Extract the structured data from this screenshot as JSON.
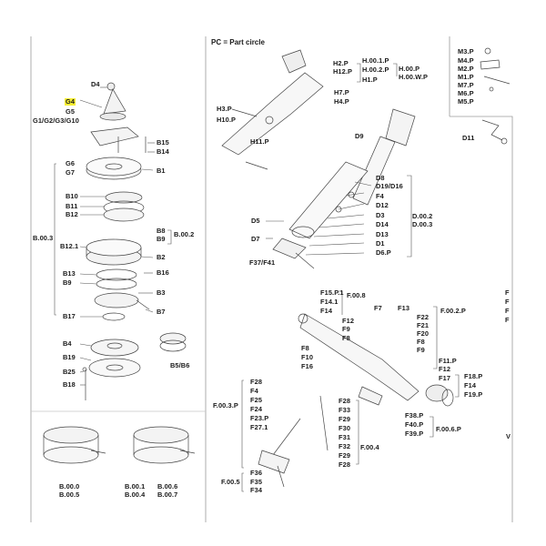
{
  "header": {
    "note": "PC = Part circle"
  },
  "left_panel": {
    "labels": {
      "D4": "D4",
      "G4": "G4",
      "G5": "G5",
      "G1": "G1/G2/G3/G10",
      "B15": "B15",
      "B14": "B14",
      "G6": "G6",
      "G7": "G7",
      "B1": "B1",
      "B10": "B10",
      "B11": "B11",
      "B12": "B12",
      "B8": "B8",
      "B9a": "B9",
      "B002": "B.00.2",
      "B003": "B.00.3",
      "B121": "B12.1",
      "B2": "B2",
      "B16": "B16",
      "B13": "B13",
      "B9b": "B9",
      "B3": "B3",
      "B7": "B7",
      "B17": "B17",
      "B4": "B4",
      "B19": "B19",
      "B56": "B5/B6",
      "B25": "B25",
      "B18": "B18",
      "B000": "B.00.0",
      "B005": "B.00.5",
      "B001": "B.00.1",
      "B004": "B.00.4",
      "B006": "B.00.6",
      "B007": "B.00.7"
    }
  },
  "middle_panel": {
    "labels": {
      "H2P": "H2.P",
      "H12P": "H12.P",
      "H001P": "H.00.1.P",
      "H002P": "H.00.2.P",
      "H00P": "H.00.P",
      "H00WP": "H.00.W.P",
      "H1P": "H1.P",
      "H3P": "H3.P",
      "H10P": "H10.P",
      "H7P": "H7.P",
      "H4P": "H4.P",
      "H11P": "H11.P",
      "D9": "D9",
      "D8": "D8",
      "D19": "D19/D16",
      "F4": "F4",
      "D12": "D12",
      "D3": "D3",
      "D14": "D14",
      "D13": "D13",
      "D1": "D1",
      "D6P": "D6.P",
      "D5": "D5",
      "D7": "D7",
      "F37": "F37/F41",
      "D002": "D.00.2",
      "D003": "D.00.3",
      "F15P1": "F15.P.1",
      "F141": "F14.1",
      "F14a": "F14",
      "F008": "F.00.8",
      "F7": "F7",
      "F13": "F13",
      "F002P": "F.00.2.P",
      "F12a": "F12",
      "F9a": "F9",
      "F8a": "F8",
      "F22": "F22",
      "F21": "F21",
      "F20": "F20",
      "F8b": "F8",
      "F9b": "F9",
      "F8c": "F8",
      "F10": "F10",
      "F16": "F16",
      "F11P": "F11.P",
      "F12b": "F12",
      "F17": "F17",
      "F18P": "F18.P",
      "F14b": "F14",
      "F19P": "F19.P",
      "F28a": "F28",
      "F4b": "F4",
      "F25": "F25",
      "F24": "F24",
      "F23P": "F23.P",
      "F003P": "F.00.3.P",
      "F271": "F27.1",
      "F28b": "F28",
      "F33": "F33",
      "F29a": "F29",
      "F30": "F30",
      "F31": "F31",
      "F32": "F32",
      "F29b": "F29",
      "F28c": "F28",
      "F004": "F.00.4",
      "F38P": "F38.P",
      "F40P": "F40.P",
      "F39P": "F39.P",
      "F006P": "F.00.6.P",
      "F36": "F36",
      "F35": "F35",
      "F34": "F34",
      "F005": "F.00.5"
    }
  },
  "right_panel": {
    "labels": {
      "M3P": "M3.P",
      "M4P": "M4.P",
      "M2P": "M2.P",
      "M1P": "M1.P",
      "M7P": "M7.P",
      "M6P": "M6.P",
      "M5P": "M5.P",
      "D11": "D11",
      "F_a": "F",
      "F_b": "F",
      "F_c": "F",
      "F_d": "F",
      "V": "V"
    }
  },
  "colors": {
    "highlight": "#f6ee33",
    "line": "#444444",
    "border": "#9a9a9a"
  }
}
